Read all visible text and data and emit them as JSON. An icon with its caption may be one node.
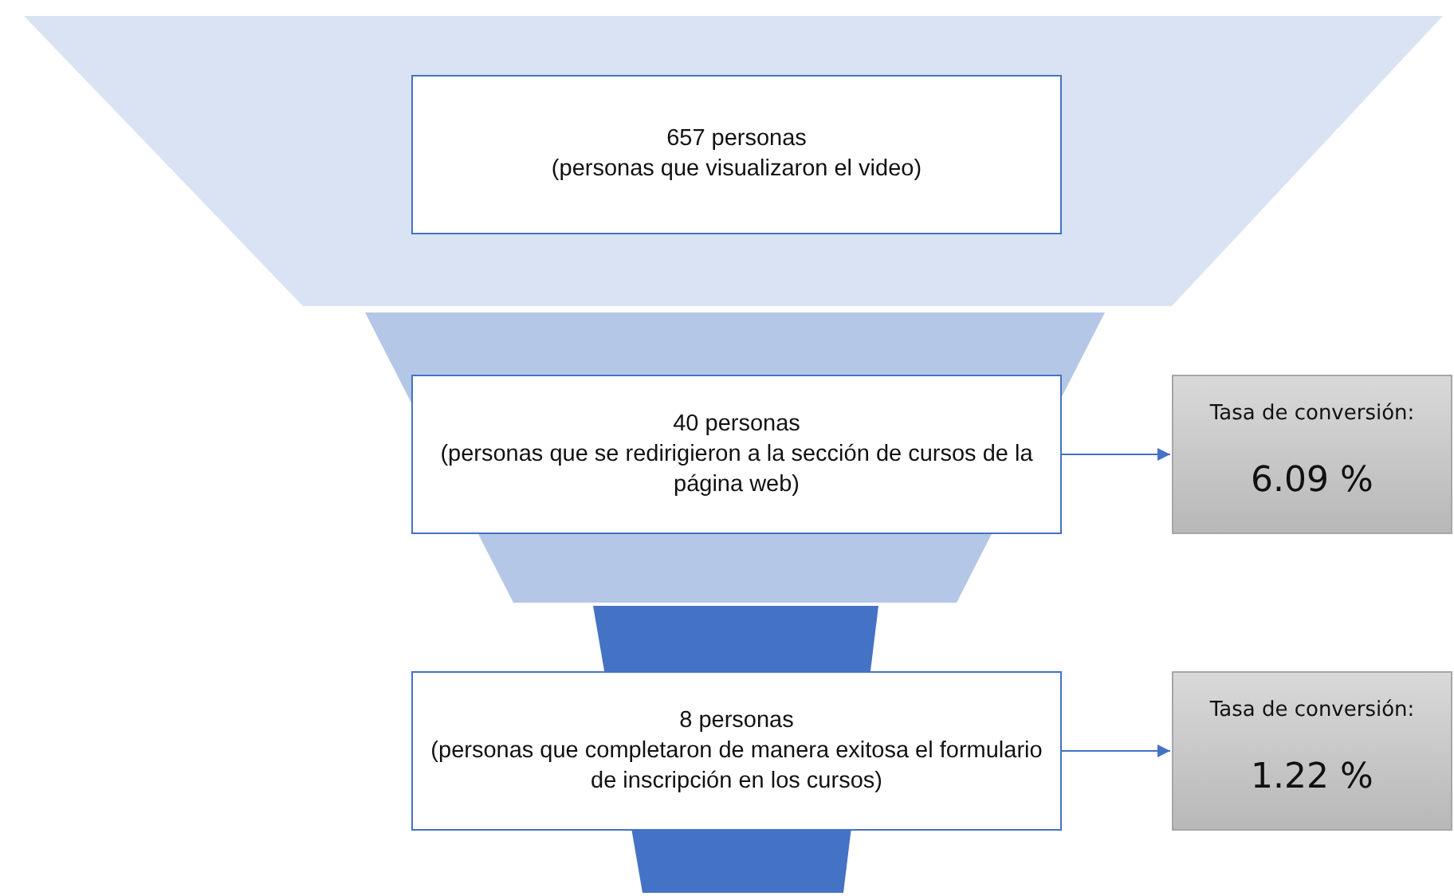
{
  "diagram": {
    "nodes": [
      {
        "text": [
          "657 personas",
          "(personas que visualizaron el video)"
        ]
      },
      {
        "text": [
          "40 personas",
          "(personas que se redirigieron a la sección de cursos de la página web)"
        ]
      },
      {
        "text": [
          "Tasa de conversión:",
          "6.09 %"
        ]
      },
      {
        "text": [
          "8 personas",
          "(personas que completaron de manera exitosa el formulario de inscripción en los cursos)"
        ]
      },
      {
        "text": [
          "Tasa de conversión:",
          "1.22 %"
        ]
      }
    ],
    "edges": [
      {
        "from": 1,
        "to": 2,
        "arrow": "to"
      },
      {
        "from": 3,
        "to": 4,
        "arrow": "to"
      }
    ]
  }
}
